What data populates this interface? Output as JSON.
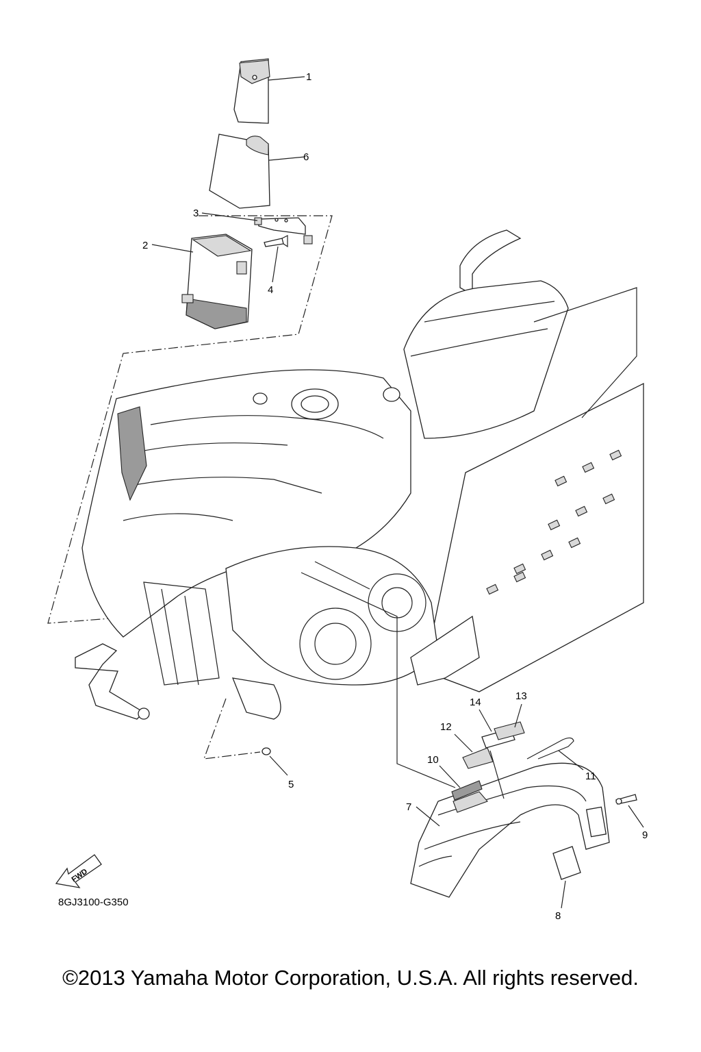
{
  "diagram": {
    "callouts": [
      "1",
      "2",
      "3",
      "4",
      "5",
      "6",
      "7",
      "8",
      "9",
      "10",
      "11",
      "12",
      "13",
      "14"
    ],
    "fwd_label": "FWD",
    "drawing_code": "8GJ3100-G350"
  },
  "footer": {
    "copyright": "©2013 Yamaha Motor Corporation, U.S.A. All rights reserved."
  }
}
